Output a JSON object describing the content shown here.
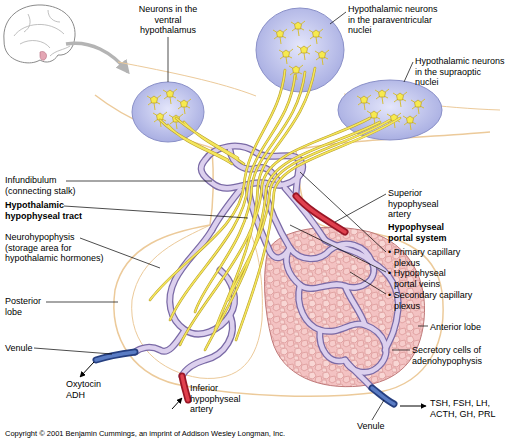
{
  "diagram": {
    "labels": [
      "Neurons in the ventral hypothalamus",
      "Hypothalamic neurons in the paraventricular nuclei",
      "Hypothalamic neurons in the supraoptic nuclei",
      "Infundibulum (connecting stalk)",
      "Hypothalamic hypophyseal tract",
      "Superior hypophyseal artery",
      "Hypophyseal portal system",
      "• Primary capillary plexus",
      "• Hypophyseal portal veins",
      "• Secondary capillary plexus",
      "Neurohypophysis (storage area for hypothalamic hormones)",
      "Posterior lobe",
      "Anterior lobe",
      "Secretory cells of adenohypophysis",
      "Venule",
      "Oxytocin ADH",
      "Inferior hypophyseal artery",
      "TSH, FSH, LH, ACTH, GH, PRL",
      "Venule",
      "Copyright © 2001 Benjamin Cummings, an imprint of Addison Wesley Longman, Inc."
    ]
  }
}
